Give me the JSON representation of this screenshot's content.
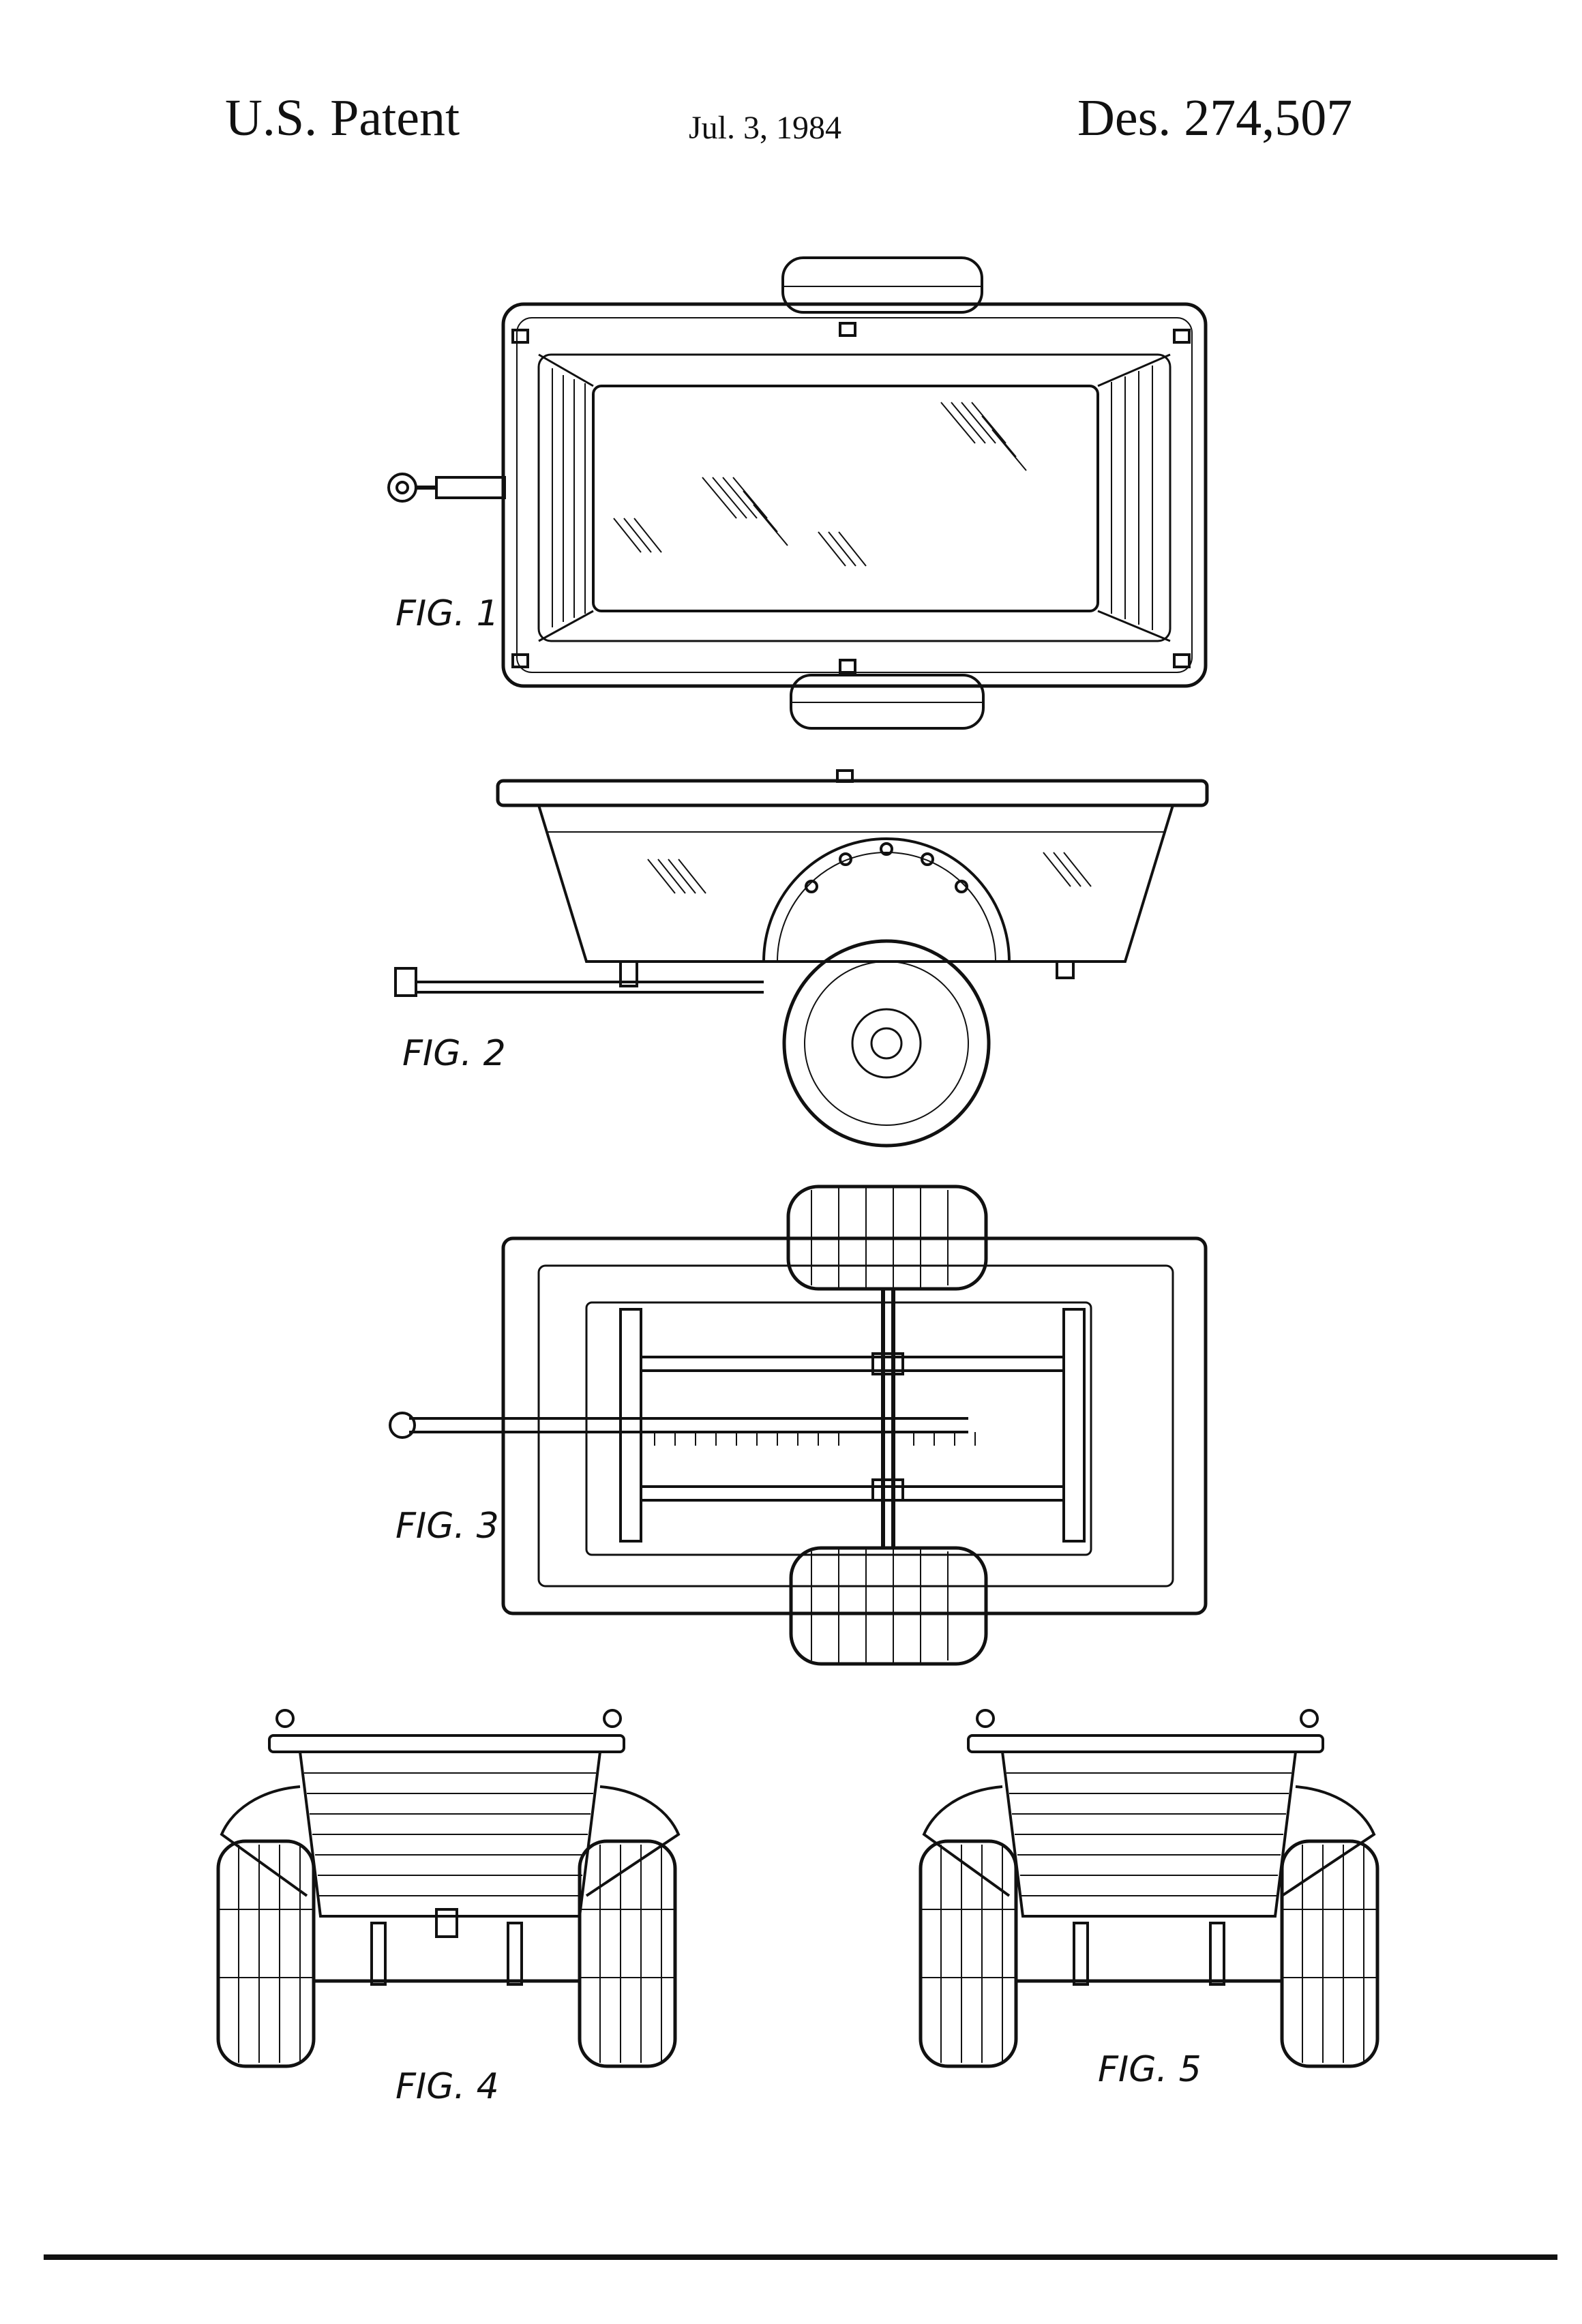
{
  "header": {
    "left": "U.S. Patent",
    "date": "Jul. 3, 1984",
    "number": "Des. 274,507"
  },
  "figures": [
    {
      "label": "FIG. 1",
      "icon": "trailer-top-view"
    },
    {
      "label": "FIG. 2",
      "icon": "trailer-side-view"
    },
    {
      "label": "FIG. 3",
      "icon": "trailer-bottom-view"
    },
    {
      "label": "FIG. 4",
      "icon": "trailer-front-view"
    },
    {
      "label": "FIG. 5",
      "icon": "trailer-rear-view"
    }
  ],
  "colors": {
    "ink": "#111111",
    "paper": "#ffffff"
  }
}
